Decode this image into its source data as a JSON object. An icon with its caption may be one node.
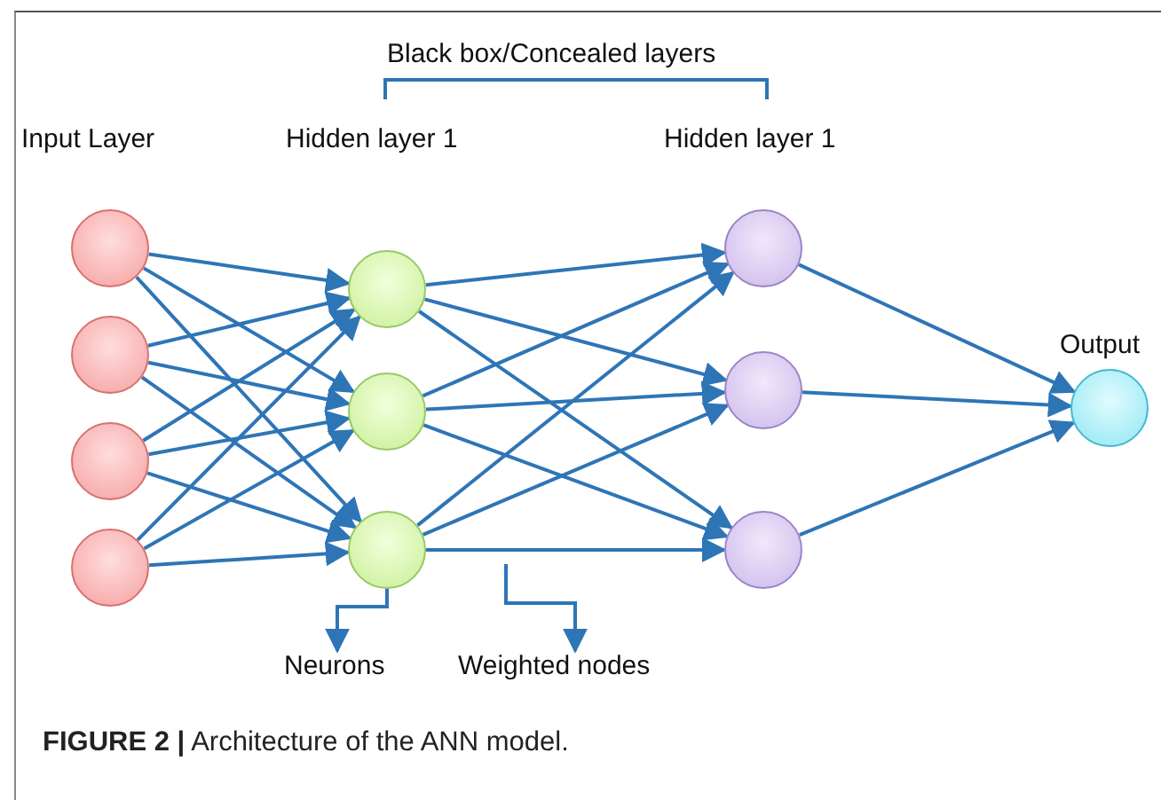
{
  "diagram": {
    "title": "Black box/Concealed layers",
    "caption": "**FIGURE 2 |** Architecture of the ANN model.",
    "nodes": [
      {
        "text": [],
        "shape": "circle"
      },
      {
        "text": [],
        "shape": "circle"
      },
      {
        "text": [],
        "shape": "circle"
      },
      {
        "text": [],
        "shape": "circle"
      },
      {
        "text": [],
        "shape": "circle"
      },
      {
        "text": [],
        "shape": "circle"
      },
      {
        "text": [],
        "shape": "circle"
      },
      {
        "text": [],
        "shape": "circle"
      },
      {
        "text": [],
        "shape": "circle"
      },
      {
        "text": [],
        "shape": "circle"
      },
      {
        "text": [],
        "shape": "circle"
      },
      {
        "text": [
          "Neurons"
        ]
      },
      {
        "text": [
          "Weighted nodes"
        ]
      }
    ],
    "edges": [
      {
        "from": 0,
        "to": 4,
        "arrow": "to"
      },
      {
        "from": 0,
        "to": 5,
        "arrow": "to"
      },
      {
        "from": 0,
        "to": 6,
        "arrow": "to"
      },
      {
        "from": 1,
        "to": 4,
        "arrow": "to"
      },
      {
        "from": 1,
        "to": 5,
        "arrow": "to"
      },
      {
        "from": 1,
        "to": 6,
        "arrow": "to"
      },
      {
        "from": 2,
        "to": 4,
        "arrow": "to"
      },
      {
        "from": 2,
        "to": 5,
        "arrow": "to"
      },
      {
        "from": 2,
        "to": 6,
        "arrow": "to"
      },
      {
        "from": 3,
        "to": 4,
        "arrow": "to"
      },
      {
        "from": 3,
        "to": 5,
        "arrow": "to"
      },
      {
        "from": 3,
        "to": 6,
        "arrow": "to"
      },
      {
        "from": 4,
        "to": 7,
        "arrow": "to"
      },
      {
        "from": 4,
        "to": 8,
        "arrow": "to"
      },
      {
        "from": 4,
        "to": 9,
        "arrow": "to"
      },
      {
        "from": 5,
        "to": 7,
        "arrow": "to"
      },
      {
        "from": 5,
        "to": 8,
        "arrow": "to"
      },
      {
        "from": 5,
        "to": 9,
        "arrow": "to"
      },
      {
        "from": 6,
        "to": 7,
        "arrow": "to"
      },
      {
        "from": 6,
        "to": 8,
        "arrow": "to"
      },
      {
        "from": 6,
        "to": 9,
        "arrow": "to"
      },
      {
        "from": 7,
        "to": 10,
        "arrow": "to"
      },
      {
        "from": 8,
        "to": 10,
        "arrow": "to"
      },
      {
        "from": 9,
        "to": 10,
        "arrow": "to"
      },
      {
        "from": 6,
        "to": 11,
        "arrow": "to"
      },
      {
        "from": null,
        "to": 12,
        "arrow": "to"
      }
    ],
    "labels": [
      "Input Layer",
      "Hidden layer 1",
      "Hidden layer 1",
      "Output"
    ]
  }
}
